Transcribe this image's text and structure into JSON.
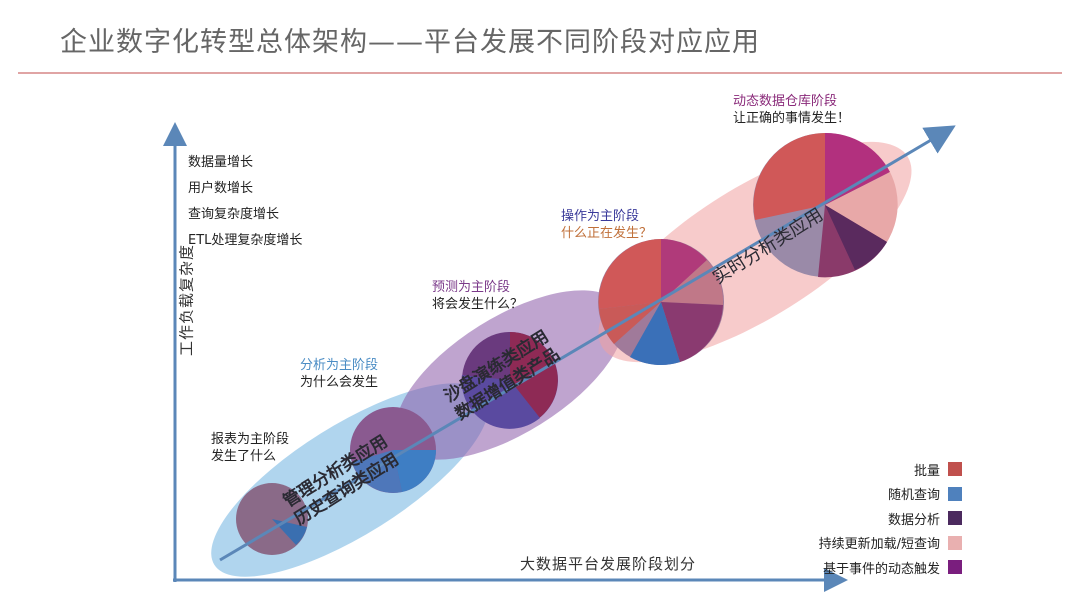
{
  "page": {
    "title": "企业数字化转型总体架构——平台发展不同阶段对应应用"
  },
  "axes": {
    "y_label": "工作负载复杂度",
    "x_label": "大数据平台发展阶段划分"
  },
  "growth_list": [
    "数据量增长",
    "用户数增长",
    "查询复杂度增长",
    "ETL处理复杂度增长"
  ],
  "stages": [
    {
      "heading": "报表为主阶段",
      "sub": "发生了什么",
      "heading_color": "#222222",
      "sub_color": "#222222"
    },
    {
      "heading": "分析为主阶段",
      "sub": "为什么会发生",
      "heading_color": "#4a8cc4",
      "sub_color": "#222222"
    },
    {
      "heading": "预测为主阶段",
      "sub": "将会发生什么？",
      "heading_color": "#7b3a8a",
      "sub_color": "#222222"
    },
    {
      "heading": "操作为主阶段",
      "sub": "什么正在发生？",
      "heading_color": "#3a3a9a",
      "sub_color": "#c0703a"
    },
    {
      "heading": "动态数据仓库阶段",
      "sub": "让正确的事情发生！",
      "heading_color": "#8a2a7a",
      "sub_color": "#222222"
    }
  ],
  "band_labels": {
    "b1_line1": "管理分析类应用",
    "b1_line2": "历史查询类应用",
    "b2_line1": "沙盘演练类应用",
    "b2_line2": "数据增值类产品",
    "b3_line1": "实时分析类应用"
  },
  "legend": [
    {
      "label": "批量",
      "color": "#c0504d"
    },
    {
      "label": "随机查询",
      "color": "#4f81bd"
    },
    {
      "label": "数据分析",
      "color": "#4b2a5e"
    },
    {
      "label": "持续更新加载/短查询",
      "color": "#e9b0b0"
    },
    {
      "label": "基于事件的动态触发",
      "color": "#7a1e7e"
    }
  ]
}
